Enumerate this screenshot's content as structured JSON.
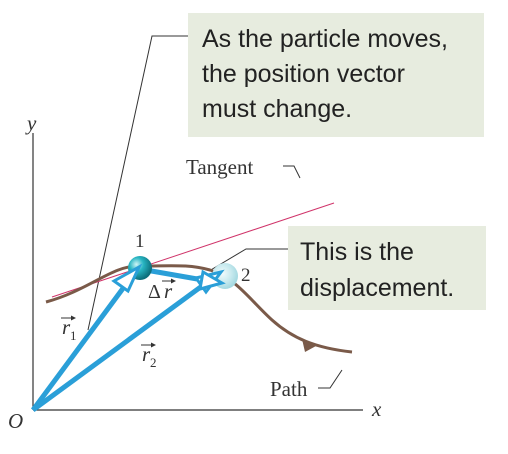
{
  "colors": {
    "callout_bg": "#e7ecdf",
    "vector": "#2a9fd8",
    "path": "#7a5a49",
    "tangent": "#d0346a",
    "axis": "#333333",
    "particle_1": "#1ea5b3",
    "particle_2": "#bfe6ec"
  },
  "callout_top": {
    "lines": [
      "As the particle moves,",
      "the position vector",
      "must change."
    ]
  },
  "callout_displacement": {
    "lines": [
      "This is the",
      "displacement."
    ]
  },
  "labels": {
    "tangent": "Tangent",
    "path": "Path",
    "point_1": "1",
    "point_2": "2",
    "axis_x": "x",
    "axis_y": "y",
    "origin": "O",
    "r1": "r",
    "r1_sub": "1",
    "r2": "r",
    "r2_sub": "2",
    "delta_r_prefix": "Δ",
    "delta_r": "r"
  },
  "icons": {
    "vector_arrow": "vector-arrow-icon"
  }
}
